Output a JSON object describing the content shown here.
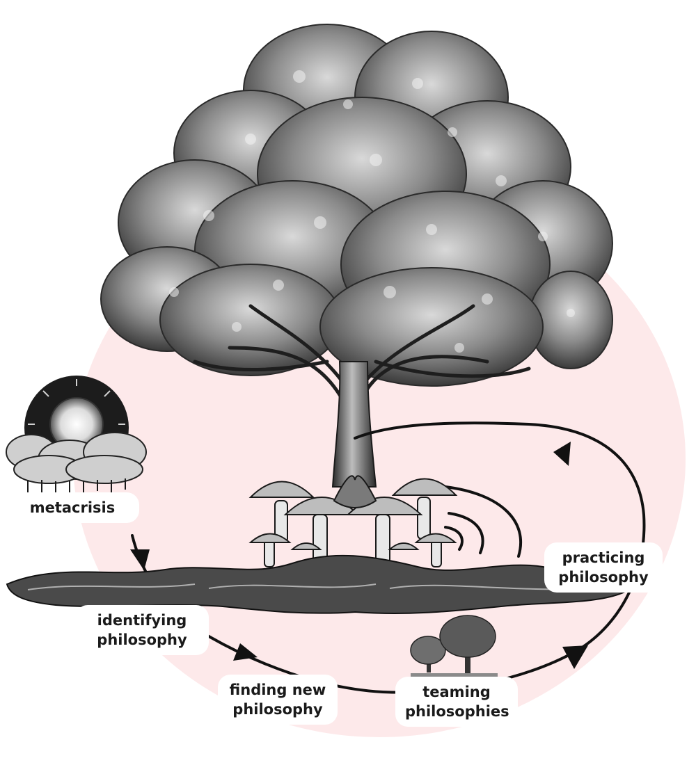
{
  "colors": {
    "background_circle": "#fde9ea",
    "ink": "#111111",
    "foliage_dark": "#3a3a3a",
    "foliage_light": "#bdbdbd",
    "label_bg": "#ffffff"
  },
  "icons": [
    "oak-tree-icon",
    "mushroom-cluster-icon",
    "roots-ground-icon",
    "storm-sun-icon",
    "small-trees-icon",
    "cycle-arrow-icon"
  ],
  "stages": {
    "metacrisis": "metacrisis",
    "identifying": [
      "identifying",
      "philosophy"
    ],
    "finding": [
      "finding new",
      "philosophy"
    ],
    "teaming": [
      "teaming",
      "philosophies"
    ],
    "practicing": [
      "practicing",
      "philosophy"
    ]
  }
}
